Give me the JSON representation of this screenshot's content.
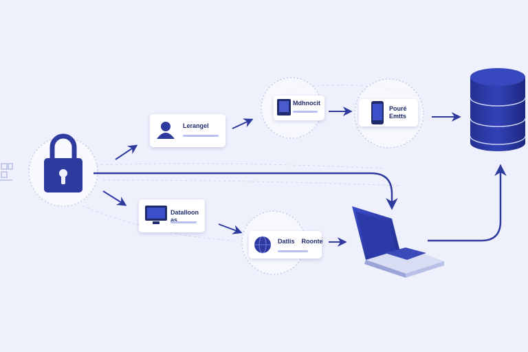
{
  "diagram": {
    "colors": {
      "primary": "#2e3a9e",
      "dark": "#1f2a6b",
      "accent_light": "#b8c0ee",
      "background": "#eef0fb"
    },
    "nodes": [
      {
        "id": "lock",
        "icon": "padlock-icon"
      },
      {
        "id": "card-1",
        "label": "Lerangel",
        "icon": "user-icon"
      },
      {
        "id": "card-2",
        "label": "Mdhnocit",
        "icon": "tablet-icon"
      },
      {
        "id": "card-3",
        "label": "Pouré\nEmtts",
        "icon": "phone-icon"
      },
      {
        "id": "card-4",
        "label": "Datalloon  as",
        "icon": "monitor-icon"
      },
      {
        "id": "card-5",
        "label": "Datlis    Roonte",
        "icon": "globe-icon"
      },
      {
        "id": "laptop",
        "icon": "laptop-icon"
      },
      {
        "id": "database",
        "icon": "database-icon"
      }
    ]
  }
}
